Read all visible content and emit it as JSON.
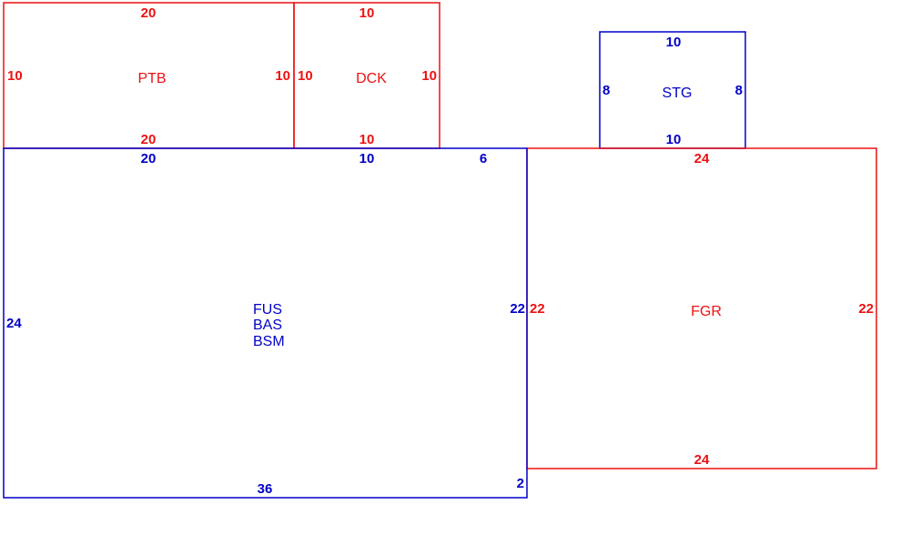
{
  "colors": {
    "red": "#ee1111",
    "blue": "#0000c8"
  },
  "areas": {
    "ptb": {
      "label": "PTB",
      "color": "red",
      "dims": {
        "top": "20",
        "bottom": "20",
        "left": "10",
        "right": "10"
      }
    },
    "dck": {
      "label": "DCK",
      "color": "red",
      "dims": {
        "top": "10",
        "bottom": "10",
        "left": "10",
        "right": "10"
      }
    },
    "stg": {
      "label": "STG",
      "color": "blue",
      "dims": {
        "top": "10",
        "bottom": "10",
        "left": "8",
        "right": "8"
      }
    },
    "main": {
      "labels": [
        "FUS",
        "BAS",
        "BSM"
      ],
      "color": "blue",
      "dims": {
        "top_left": "20",
        "top_mid": "10",
        "top_right": "6",
        "left": "24",
        "right": "22",
        "bottom": "36",
        "bottom_right": "2"
      }
    },
    "fgr": {
      "label": "FGR",
      "color": "red",
      "dims": {
        "top": "24",
        "bottom": "24",
        "left": "22",
        "right": "22"
      }
    }
  }
}
